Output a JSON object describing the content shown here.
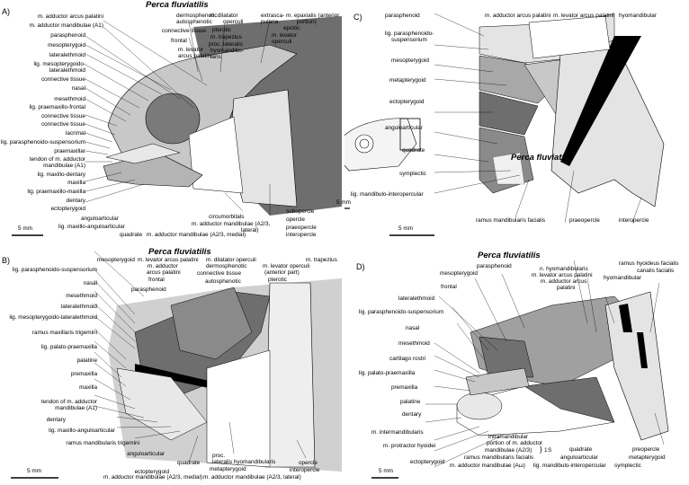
{
  "panels": {
    "A": {
      "letter": "A)",
      "title": "Perca fluviatilis",
      "scale": "5 mm",
      "labels_left": [
        "m. adductor arcus palatini",
        "m. adductor mandibulae (A1)",
        "parasphenoid",
        "mesopterygoid",
        "lateralethmoid",
        "lig. mesopterygoido-",
        "lateralethmoid",
        "connective tissue",
        "nasal",
        "mesethmoid",
        "lig. praemaxillo-frontal",
        "connective tissue",
        "connective tissue",
        "lacrimal",
        "lig. parasphenoido-suspensorium",
        "praemaxillar",
        "tendon of m. adductor",
        "mandibulae (A1)",
        "lig. maxillo-dentary",
        "maxilla",
        "lig. praemaxillo-maxilla",
        "dentary",
        "ectopterygoid",
        "anguloarticular",
        "lig. maxillo-anguloarticular"
      ],
      "labels_top": [
        "dermosphenotic",
        "autosphenotic",
        "connective tissue",
        "frontal",
        "m. levator",
        "arcus palatini",
        "m. dilatator",
        "operculi",
        "pterotic",
        "m. trapezius",
        "proc. lateralis",
        "hyomandibu-",
        "laris",
        "extrasca-",
        "pularia",
        "m. epaxialis (anterior",
        "portion)",
        "epiotic",
        "m. levator",
        "operculi"
      ],
      "labels_bottom": [
        "quadrate",
        "m. adductor mandibulae (A2/3, medial)",
        "circumorbitals",
        "m. adductor mandibulae (A2/3,",
        "lateral)",
        "suboperclе",
        "opercle",
        "praeopercle",
        "interopercle"
      ]
    },
    "B": {
      "letter": "B)",
      "title": "Perca fluviatilis",
      "scale": "5 mm",
      "labels_left": [
        "lig. parasphenoido-suspensorium",
        "nasal",
        "mesethmoid",
        "lateralethmoid",
        "lig. mesopterygoido-lateralethmoid",
        "ramus maxillaris trigemini",
        "lig. palato-praemaxilla",
        "palatine",
        "premaxilla",
        "maxilla",
        "tendon of m. adductor",
        "mandibulae (A1)",
        "dentary",
        "lig. maxillo-anguloarticular",
        "ramus mandibularis trigemini",
        "anguloarticular",
        "ectopterygoid"
      ],
      "labels_top": [
        "mesopterygoid",
        "m. levator arcus palatini",
        "m. adductor",
        "arcus palatini",
        "frontal",
        "parasphenoid",
        "m. dilatator operculi",
        "dermosphenotic",
        "connective tissue",
        "autosphenotic",
        "m. levator operculi",
        "(anterior part)",
        "pterotic",
        "m. trapezius"
      ],
      "labels_bottom": [
        "quadrate",
        "m. adductor mandibulae (A2/3, medial)",
        "proc.",
        "lateralis hyomandibularis",
        "metapterygoid",
        "m. adductor mandibulae (A2/3, lateral)",
        "opercle",
        "interopercle"
      ]
    },
    "C": {
      "letter": "C)",
      "title": "Perca fluviatilis",
      "scale": "5 mm",
      "inset_scale": "5 mm",
      "labels_left": [
        "parasphenoid",
        "lig. parasphenoido-",
        "suspensorium",
        "mesopterygoid",
        "metapterygoid",
        "ectopterygoid",
        "anguloarticular",
        "quadrate",
        "symplectic",
        "lig. mandibulo-interopercular"
      ],
      "labels_top": [
        "m. adductor arcus palatini",
        "m. levator arcus palatini",
        "hyomandibular"
      ],
      "labels_bottom": [
        "ramus mandibularis facialis",
        "praeopercle",
        "interopercle"
      ]
    },
    "D": {
      "letter": "D)",
      "title": "Perca fluviatilis",
      "scale": "5 mm",
      "labels_left": [
        "mesopterygoid",
        "frontal",
        "lateralethmoid",
        "lig. parasphenoido-suspensorium",
        "nasal",
        "mesethmoid",
        "cartilago rostri",
        "lig. palato-praemaxilla",
        "premaxilla",
        "palatine",
        "dentary",
        "m. intermandibularis",
        "m. protractor hyoidei",
        "ectopterygoid"
      ],
      "labels_top": [
        "parasphenoid",
        "n. hyomandibularis",
        "m. levator arcus palatini",
        "m. adductor arcus",
        "palatini",
        "ramus hyoideus facialis",
        "canalis facialis",
        "hyomandibular"
      ],
      "labels_bottom": [
        "intramandibular",
        "portion of m. adductor",
        "mandibulae (A2/3)",
        "ramus mandibularis facialis",
        "m. adductor mandibulae (Aω)",
        "quadrate",
        "anguloarticular",
        "lig. mandibulo-interopercular",
        "preopercle",
        "metapterygoid",
        "symplectic"
      ],
      "bracket_mark": "}",
      "bracket_num": "1",
      "bracket_s": "S"
    }
  },
  "colors": {
    "dark": "#6e6e6e",
    "mid": "#9a9a9a",
    "light": "#c8c8c8",
    "pale": "#e4e4e4",
    "black": "#000000"
  }
}
